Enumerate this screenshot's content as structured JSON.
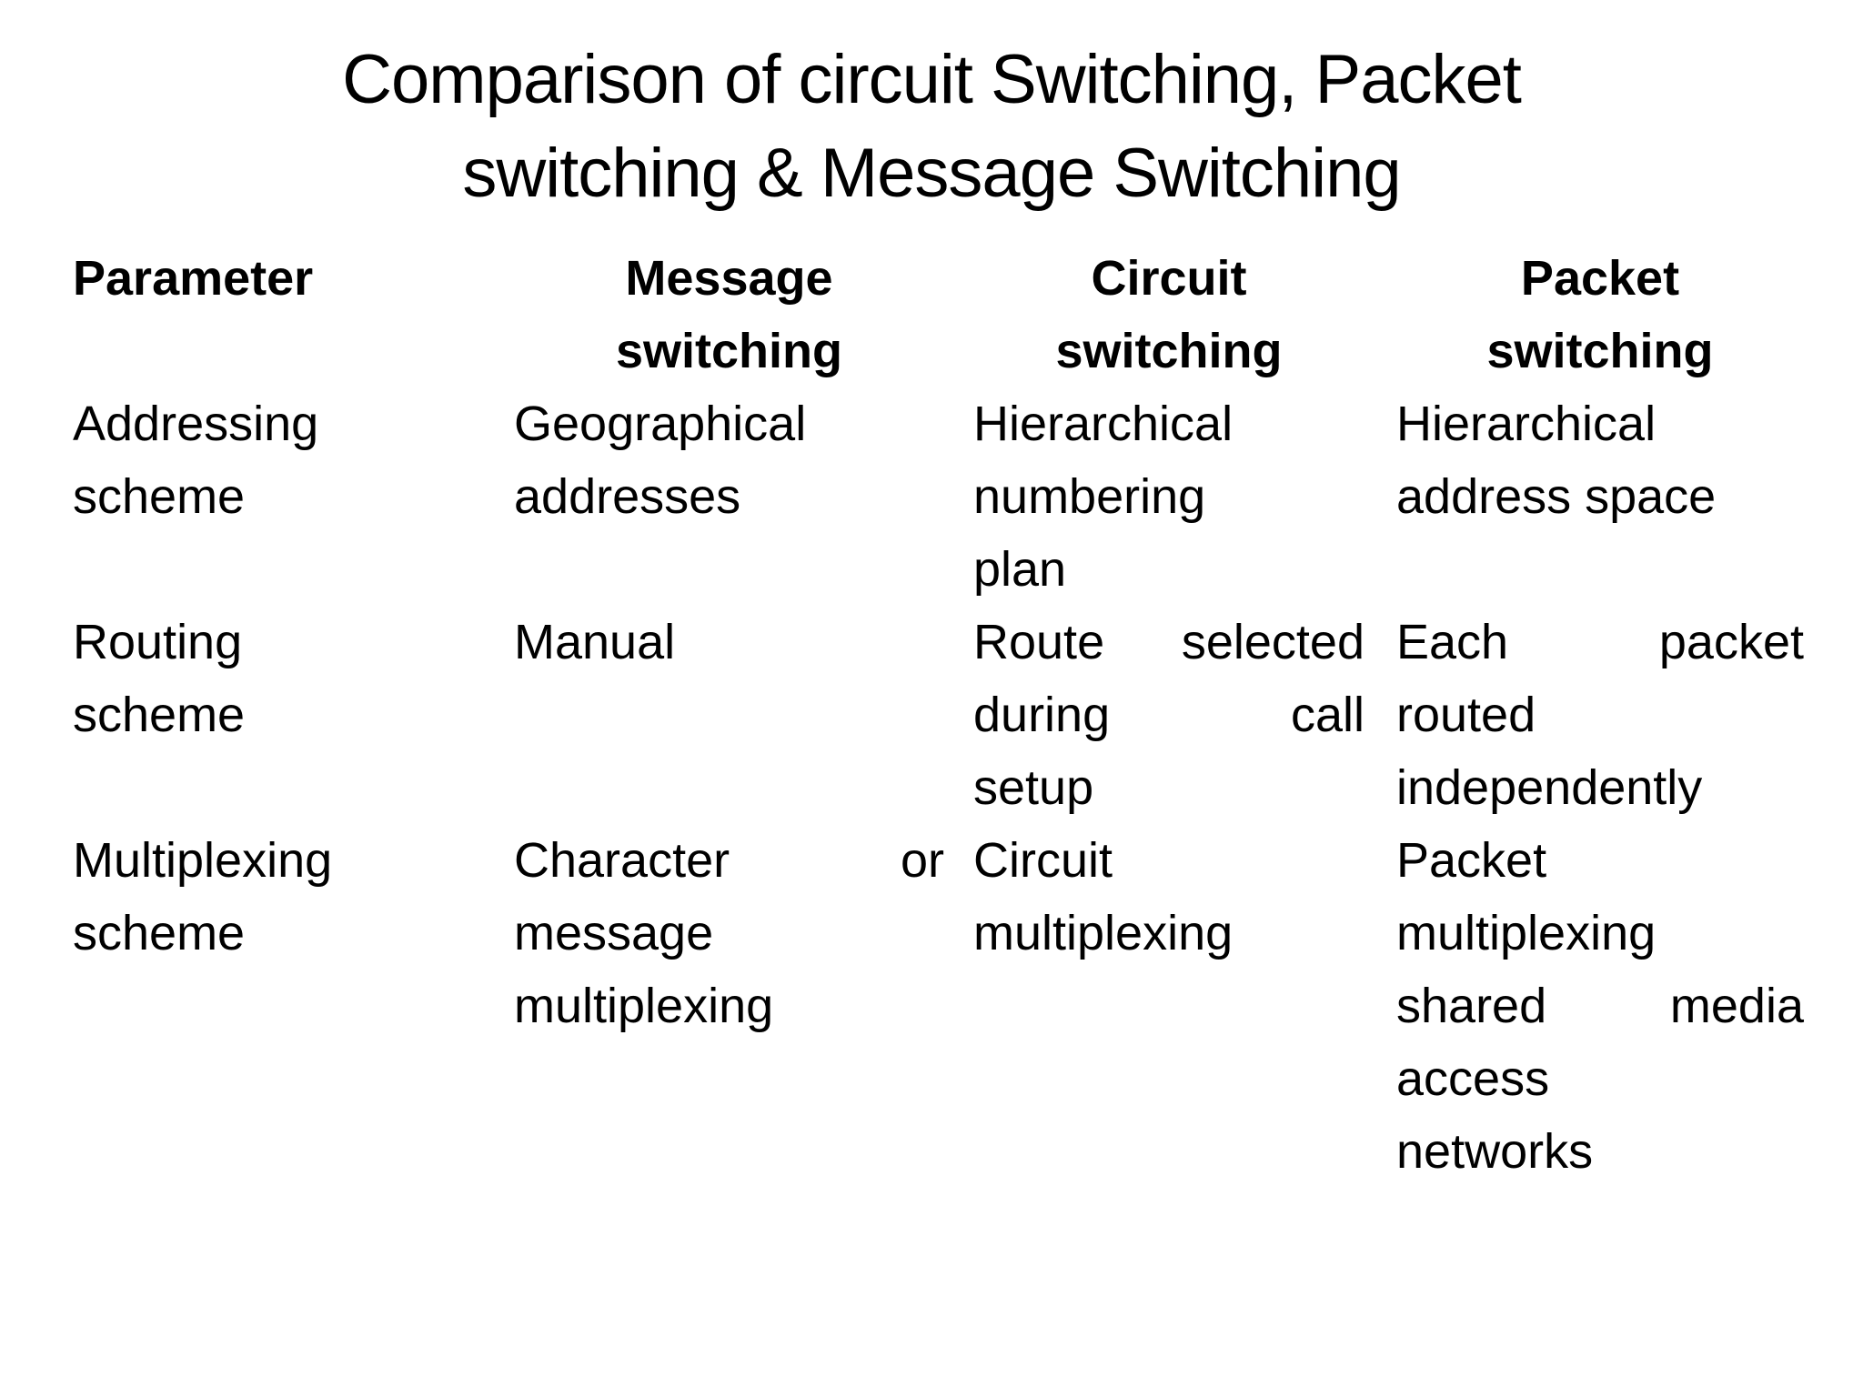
{
  "slide": {
    "title": {
      "line1": "Comparison of circuit Switching, Packet",
      "line2": "switching & Message Switching"
    },
    "colors": {
      "background": "#ffffff",
      "text": "#000000"
    }
  },
  "table": {
    "headers": [
      {
        "id": "parameter",
        "lines": [
          "Parameter"
        ]
      },
      {
        "id": "message-switching",
        "lines": [
          "Message",
          "switching"
        ]
      },
      {
        "id": "circuit-switching",
        "lines": [
          "Circuit",
          "switching"
        ]
      },
      {
        "id": "packet-switching",
        "lines": [
          "Packet",
          "switching"
        ]
      }
    ],
    "rows": [
      {
        "id": "addressing-scheme",
        "cells": [
          {
            "lines": [
              {
                "words": [
                  "Addressing"
                ],
                "justify": false
              },
              {
                "words": [
                  "scheme"
                ],
                "justify": false
              }
            ]
          },
          {
            "lines": [
              {
                "words": [
                  "Geographical"
                ],
                "justify": false
              },
              {
                "words": [
                  "addresses"
                ],
                "justify": false
              }
            ]
          },
          {
            "lines": [
              {
                "words": [
                  "Hierarchical"
                ],
                "justify": false
              },
              {
                "words": [
                  "numbering"
                ],
                "justify": false
              },
              {
                "words": [
                  "plan"
                ],
                "justify": false
              }
            ]
          },
          {
            "lines": [
              {
                "words": [
                  "Hierarchical"
                ],
                "justify": false
              },
              {
                "words": [
                  "address",
                  "space"
                ],
                "justify": false
              }
            ]
          }
        ]
      },
      {
        "id": "routing-scheme",
        "cells": [
          {
            "lines": [
              {
                "words": [
                  "Routing"
                ],
                "justify": false
              },
              {
                "words": [
                  "scheme"
                ],
                "justify": false
              }
            ]
          },
          {
            "lines": [
              {
                "words": [
                  "Manual"
                ],
                "justify": false
              }
            ]
          },
          {
            "lines": [
              {
                "words": [
                  "Route",
                  "selected"
                ],
                "justify": true
              },
              {
                "words": [
                  "during",
                  "call"
                ],
                "justify": true
              },
              {
                "words": [
                  "setup"
                ],
                "justify": false
              }
            ]
          },
          {
            "lines": [
              {
                "words": [
                  "Each",
                  "packet"
                ],
                "justify": true
              },
              {
                "words": [
                  "routed"
                ],
                "justify": false
              },
              {
                "words": [
                  "independently"
                ],
                "justify": false
              }
            ]
          }
        ]
      },
      {
        "id": "multiplexing-scheme",
        "cells": [
          {
            "lines": [
              {
                "words": [
                  "Multiplexing"
                ],
                "justify": false
              },
              {
                "words": [
                  "scheme"
                ],
                "justify": false
              }
            ]
          },
          {
            "lines": [
              {
                "words": [
                  "Character",
                  "or"
                ],
                "justify": true
              },
              {
                "words": [
                  "message"
                ],
                "justify": false
              },
              {
                "words": [
                  "multiplexing"
                ],
                "justify": false
              }
            ]
          },
          {
            "lines": [
              {
                "words": [
                  "Circuit"
                ],
                "justify": false
              },
              {
                "words": [
                  "multiplexing"
                ],
                "justify": false
              }
            ]
          },
          {
            "lines": [
              {
                "words": [
                  "Packet"
                ],
                "justify": false
              },
              {
                "words": [
                  "multiplexing"
                ],
                "justify": false
              },
              {
                "words": [
                  "shared",
                  "media"
                ],
                "justify": true
              },
              {
                "words": [
                  "access"
                ],
                "justify": false
              },
              {
                "words": [
                  "networks"
                ],
                "justify": false
              }
            ]
          }
        ]
      }
    ]
  }
}
